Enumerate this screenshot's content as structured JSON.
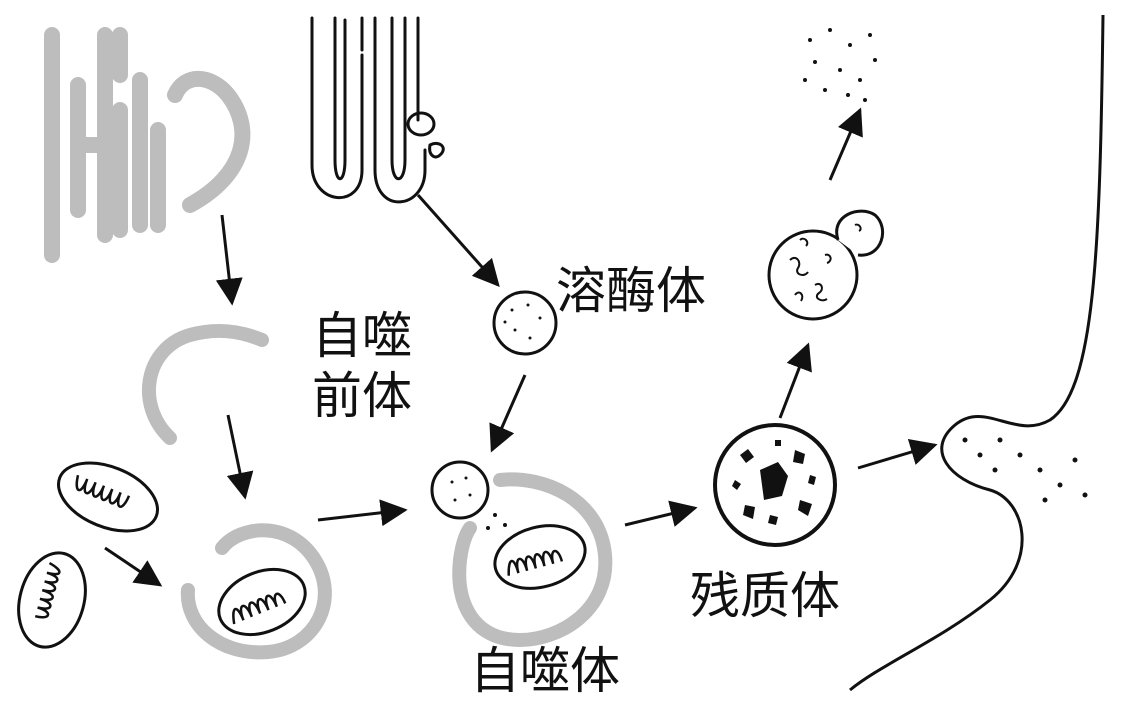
{
  "labels": {
    "autophagic_precursor_line1": "自噬",
    "autophagic_precursor_line2": "前体",
    "lysosome": "溶酶体",
    "autophagosome": "自噬体",
    "residual_body": "残质体"
  },
  "colors": {
    "line": "#111111",
    "membrane_gray": "#bdbdbd",
    "background": "#ffffff"
  }
}
